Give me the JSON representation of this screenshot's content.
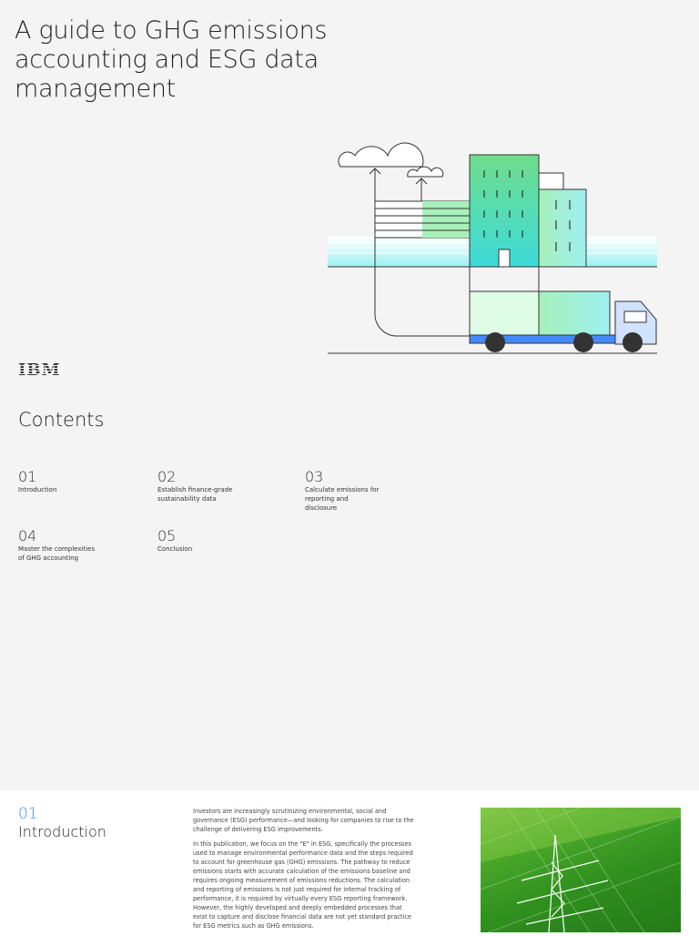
{
  "document": {
    "title": "A guide to GHG emissions accounting and ESG data management",
    "logo": "IBM"
  },
  "contents": {
    "heading": "Contents",
    "items": [
      {
        "num": "01",
        "label": "Introduction"
      },
      {
        "num": "02",
        "label": "Establish finance-grade sustainability data"
      },
      {
        "num": "03",
        "label": "Calculate emissions for reporting and disclosure"
      },
      {
        "num": "04",
        "label": "Master the complexities of GHG accounting"
      },
      {
        "num": "05",
        "label": "Conclusion"
      }
    ]
  },
  "intro": {
    "num": "01",
    "title": "Introduction",
    "paragraphs": [
      "Investors are increasingly scrutinizing environmental, social and governance (ESG) performance—and looking for companies to rise to the challenge of delivering ESG improvements.",
      "In this publication, we focus on the \"E\" in ESG, specifically the processes used to manage environmental performance data and the steps required to account for greenhouse gas (GHG) emissions. The pathway to reduce emissions starts with accurate calculation of the emissions baseline and requires ongoing measurement of emissions reductions. The calculation and reporting of emissions is not just required for internal tracking of performance, it is required by virtually every ESG reporting framework. However, the highly developed and deeply embedded processes that exist to capture and disclose financial data are not yet standard practice for ESG metrics such as GHG emissions."
    ]
  },
  "colors": {
    "accent": "#4589ff",
    "background": "#f4f4f4"
  }
}
